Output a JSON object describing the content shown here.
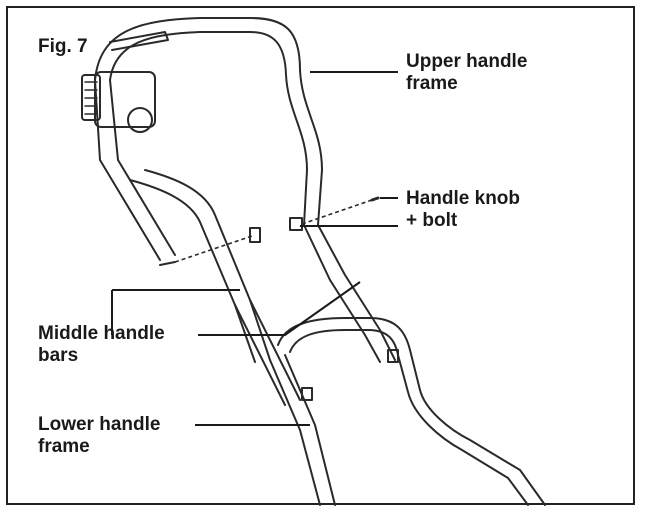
{
  "figure": {
    "title": "Fig. 7",
    "labels": {
      "upper_handle_frame": [
        "Upper handle",
        "frame"
      ],
      "handle_knob_bolt": [
        "Handle knob",
        "+ bolt"
      ],
      "middle_handle_bars": [
        "Middle handle",
        "bars"
      ],
      "lower_handle_frame": [
        "Lower handle",
        "frame"
      ]
    }
  }
}
